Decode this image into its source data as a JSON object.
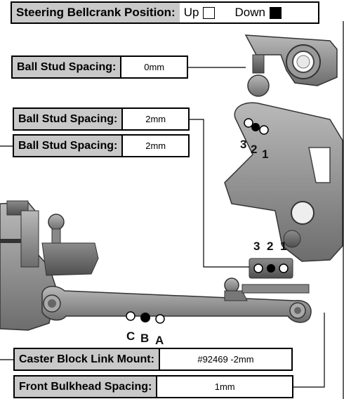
{
  "header": {
    "title": "Steering Bellcrank Position:",
    "option_up": "Up",
    "option_down": "Down",
    "selected": "Down"
  },
  "labels": {
    "ball_stud_top": {
      "key": "Ball Stud Spacing:",
      "value": "0mm"
    },
    "ball_stud_mid1": {
      "key": "Ball Stud Spacing:",
      "value": "2mm"
    },
    "ball_stud_mid2": {
      "key": "Ball Stud Spacing:",
      "value": "2mm"
    },
    "caster_block": {
      "key": "Caster Block Link Mount:",
      "value": "#92469 -2mm"
    },
    "front_bulkhead": {
      "key": "Front Bulkhead Spacing:",
      "value": "1mm"
    }
  },
  "hole_labels": {
    "bellcrank": [
      "3",
      "2",
      "1"
    ],
    "bulkhead": [
      "3",
      "2",
      "1"
    ],
    "caster": [
      "C",
      "B",
      "A"
    ]
  },
  "colors": {
    "label_key_bg": "#c9c9c9",
    "part_gray": "#8a8a8a",
    "part_dark": "#5f5f5f"
  }
}
